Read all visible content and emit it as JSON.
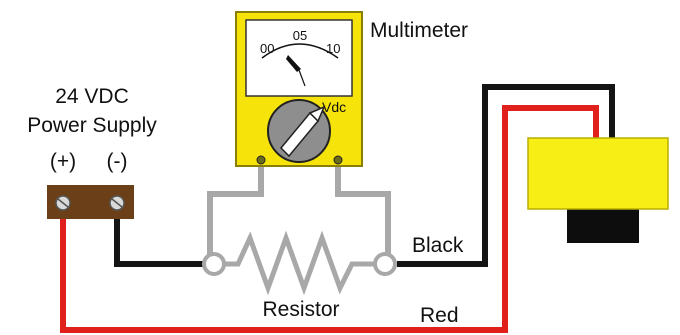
{
  "labels": {
    "multimeter": "Multimeter",
    "power_supply_line1": "24 VDC",
    "power_supply_line2": "Power Supply",
    "terminal_positive": "(+)",
    "terminal_negative": "(-)",
    "resistor": "Resistor",
    "black_wire": "Black",
    "red_wire": "Red"
  },
  "meter": {
    "scale_min": "00",
    "scale_mid": "05",
    "scale_max": "10",
    "unit": "Vdc"
  },
  "colors": {
    "meter_body": "#f5e30a",
    "load_body": "#f6ee14",
    "load_base": "#0d0d0d",
    "power_supply_block": "#6b4018",
    "red_wire": "#e0201b",
    "black_wire": "#141414",
    "meter_lead": "#a8a8a8"
  }
}
